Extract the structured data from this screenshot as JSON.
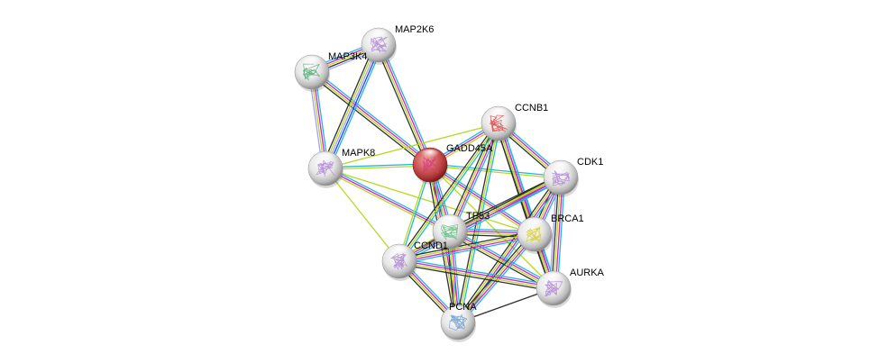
{
  "network": {
    "nodes": [
      {
        "id": "MAP2K6",
        "label": "MAP2K6",
        "query": false,
        "glyph": "#b48ad6"
      },
      {
        "id": "MAP3K4",
        "label": "MAP3K4",
        "query": false,
        "glyph": "#58b07a"
      },
      {
        "id": "MAPK8",
        "label": "MAPK8",
        "query": false,
        "glyph": "#b48ad6"
      },
      {
        "id": "GADD45A",
        "label": "GADD45A",
        "query": true,
        "glyph": "#d0407a"
      },
      {
        "id": "CCNB1",
        "label": "CCNB1",
        "query": false,
        "glyph": "#e05050"
      },
      {
        "id": "CDK1",
        "label": "CDK1",
        "query": false,
        "glyph": "#b48ad6"
      },
      {
        "id": "TP53",
        "label": "TP53",
        "query": false,
        "glyph": "#68c088"
      },
      {
        "id": "BRCA1",
        "label": "BRCA1",
        "query": false,
        "glyph": "#d8d040"
      },
      {
        "id": "CCND1",
        "label": "CCND1",
        "query": false,
        "glyph": "#b48ad6"
      },
      {
        "id": "AURKA",
        "label": "AURKA",
        "query": false,
        "glyph": "#b48ad6"
      },
      {
        "id": "PCNA",
        "label": "PCNA",
        "query": false,
        "glyph": "#70a0d0"
      }
    ],
    "edge_colors": {
      "known_database": "#20b8d8",
      "experimental": "#d020d0",
      "textmining": "#b8d820",
      "coexpression": "#303030",
      "homology": "#a0a0ff",
      "neighborhood": "#2040ff"
    },
    "edges": [
      {
        "a": "MAP3K4",
        "b": "MAP2K6",
        "types": [
          "known_database",
          "experimental",
          "textmining",
          "coexpression",
          "homology"
        ]
      },
      {
        "a": "MAP3K4",
        "b": "MAPK8",
        "types": [
          "known_database",
          "experimental",
          "textmining",
          "homology"
        ]
      },
      {
        "a": "MAP3K4",
        "b": "GADD45A",
        "types": [
          "known_database",
          "experimental",
          "textmining",
          "coexpression"
        ]
      },
      {
        "a": "MAP2K6",
        "b": "MAPK8",
        "types": [
          "known_database",
          "neighborhood",
          "homology",
          "textmining",
          "coexpression"
        ]
      },
      {
        "a": "MAP2K6",
        "b": "GADD45A",
        "types": [
          "known_database",
          "experimental",
          "textmining",
          "coexpression"
        ]
      },
      {
        "a": "MAPK8",
        "b": "GADD45A",
        "types": [
          "known_database",
          "textmining"
        ]
      },
      {
        "a": "MAPK8",
        "b": "CCNB1",
        "types": [
          "textmining"
        ]
      },
      {
        "a": "MAPK8",
        "b": "TP53",
        "types": [
          "known_database",
          "experimental",
          "textmining"
        ]
      },
      {
        "a": "MAPK8",
        "b": "CCND1",
        "types": [
          "textmining"
        ]
      },
      {
        "a": "MAPK8",
        "b": "BRCA1",
        "types": [
          "textmining"
        ]
      },
      {
        "a": "GADD45A",
        "b": "CCNB1",
        "types": [
          "known_database",
          "experimental",
          "textmining"
        ]
      },
      {
        "a": "GADD45A",
        "b": "CDK1",
        "types": [
          "known_database",
          "textmining"
        ]
      },
      {
        "a": "GADD45A",
        "b": "TP53",
        "types": [
          "known_database",
          "experimental",
          "textmining",
          "coexpression"
        ]
      },
      {
        "a": "GADD45A",
        "b": "BRCA1",
        "types": [
          "known_database",
          "experimental",
          "textmining"
        ]
      },
      {
        "a": "GADD45A",
        "b": "CCND1",
        "types": [
          "known_database",
          "textmining"
        ]
      },
      {
        "a": "GADD45A",
        "b": "PCNA",
        "types": [
          "known_database",
          "experimental",
          "textmining",
          "coexpression"
        ]
      },
      {
        "a": "GADD45A",
        "b": "AURKA",
        "types": [
          "textmining"
        ]
      },
      {
        "a": "CCNB1",
        "b": "CDK1",
        "types": [
          "known_database",
          "experimental",
          "textmining",
          "coexpression"
        ]
      },
      {
        "a": "CCNB1",
        "b": "TP53",
        "types": [
          "known_database",
          "experimental",
          "textmining",
          "coexpression"
        ]
      },
      {
        "a": "CCNB1",
        "b": "BRCA1",
        "types": [
          "known_database",
          "experimental",
          "textmining",
          "coexpression"
        ]
      },
      {
        "a": "CCNB1",
        "b": "AURKA",
        "types": [
          "known_database",
          "experimental",
          "textmining",
          "coexpression"
        ]
      },
      {
        "a": "CCNB1",
        "b": "PCNA",
        "types": [
          "known_database",
          "textmining",
          "coexpression"
        ]
      },
      {
        "a": "CCNB1",
        "b": "CCND1",
        "types": [
          "known_database",
          "textmining",
          "coexpression"
        ]
      },
      {
        "a": "CDK1",
        "b": "TP53",
        "types": [
          "known_database",
          "experimental",
          "textmining",
          "coexpression"
        ]
      },
      {
        "a": "CDK1",
        "b": "BRCA1",
        "types": [
          "known_database",
          "experimental",
          "textmining",
          "coexpression"
        ]
      },
      {
        "a": "CDK1",
        "b": "AURKA",
        "types": [
          "known_database",
          "experimental",
          "textmining",
          "coexpression",
          "homology"
        ]
      },
      {
        "a": "CDK1",
        "b": "PCNA",
        "types": [
          "known_database",
          "experimental",
          "textmining",
          "coexpression"
        ]
      },
      {
        "a": "CDK1",
        "b": "CCND1",
        "types": [
          "known_database",
          "experimental",
          "textmining",
          "coexpression"
        ]
      },
      {
        "a": "TP53",
        "b": "BRCA1",
        "types": [
          "known_database",
          "experimental",
          "textmining",
          "coexpression"
        ]
      },
      {
        "a": "TP53",
        "b": "CCND1",
        "types": [
          "known_database",
          "experimental",
          "textmining"
        ]
      },
      {
        "a": "TP53",
        "b": "AURKA",
        "types": [
          "known_database",
          "experimental",
          "textmining",
          "coexpression"
        ]
      },
      {
        "a": "TP53",
        "b": "PCNA",
        "types": [
          "known_database",
          "experimental",
          "textmining",
          "coexpression"
        ]
      },
      {
        "a": "BRCA1",
        "b": "CCND1",
        "types": [
          "known_database",
          "experimental",
          "textmining",
          "coexpression"
        ]
      },
      {
        "a": "BRCA1",
        "b": "AURKA",
        "types": [
          "known_database",
          "experimental",
          "textmining",
          "coexpression"
        ]
      },
      {
        "a": "BRCA1",
        "b": "PCNA",
        "types": [
          "known_database",
          "experimental",
          "textmining",
          "coexpression"
        ]
      },
      {
        "a": "CCND1",
        "b": "AURKA",
        "types": [
          "known_database",
          "experimental",
          "textmining",
          "coexpression"
        ]
      },
      {
        "a": "CCND1",
        "b": "PCNA",
        "types": [
          "known_database",
          "experimental",
          "textmining",
          "coexpression"
        ]
      },
      {
        "a": "AURKA",
        "b": "PCNA",
        "types": [
          "coexpression"
        ]
      }
    ]
  }
}
